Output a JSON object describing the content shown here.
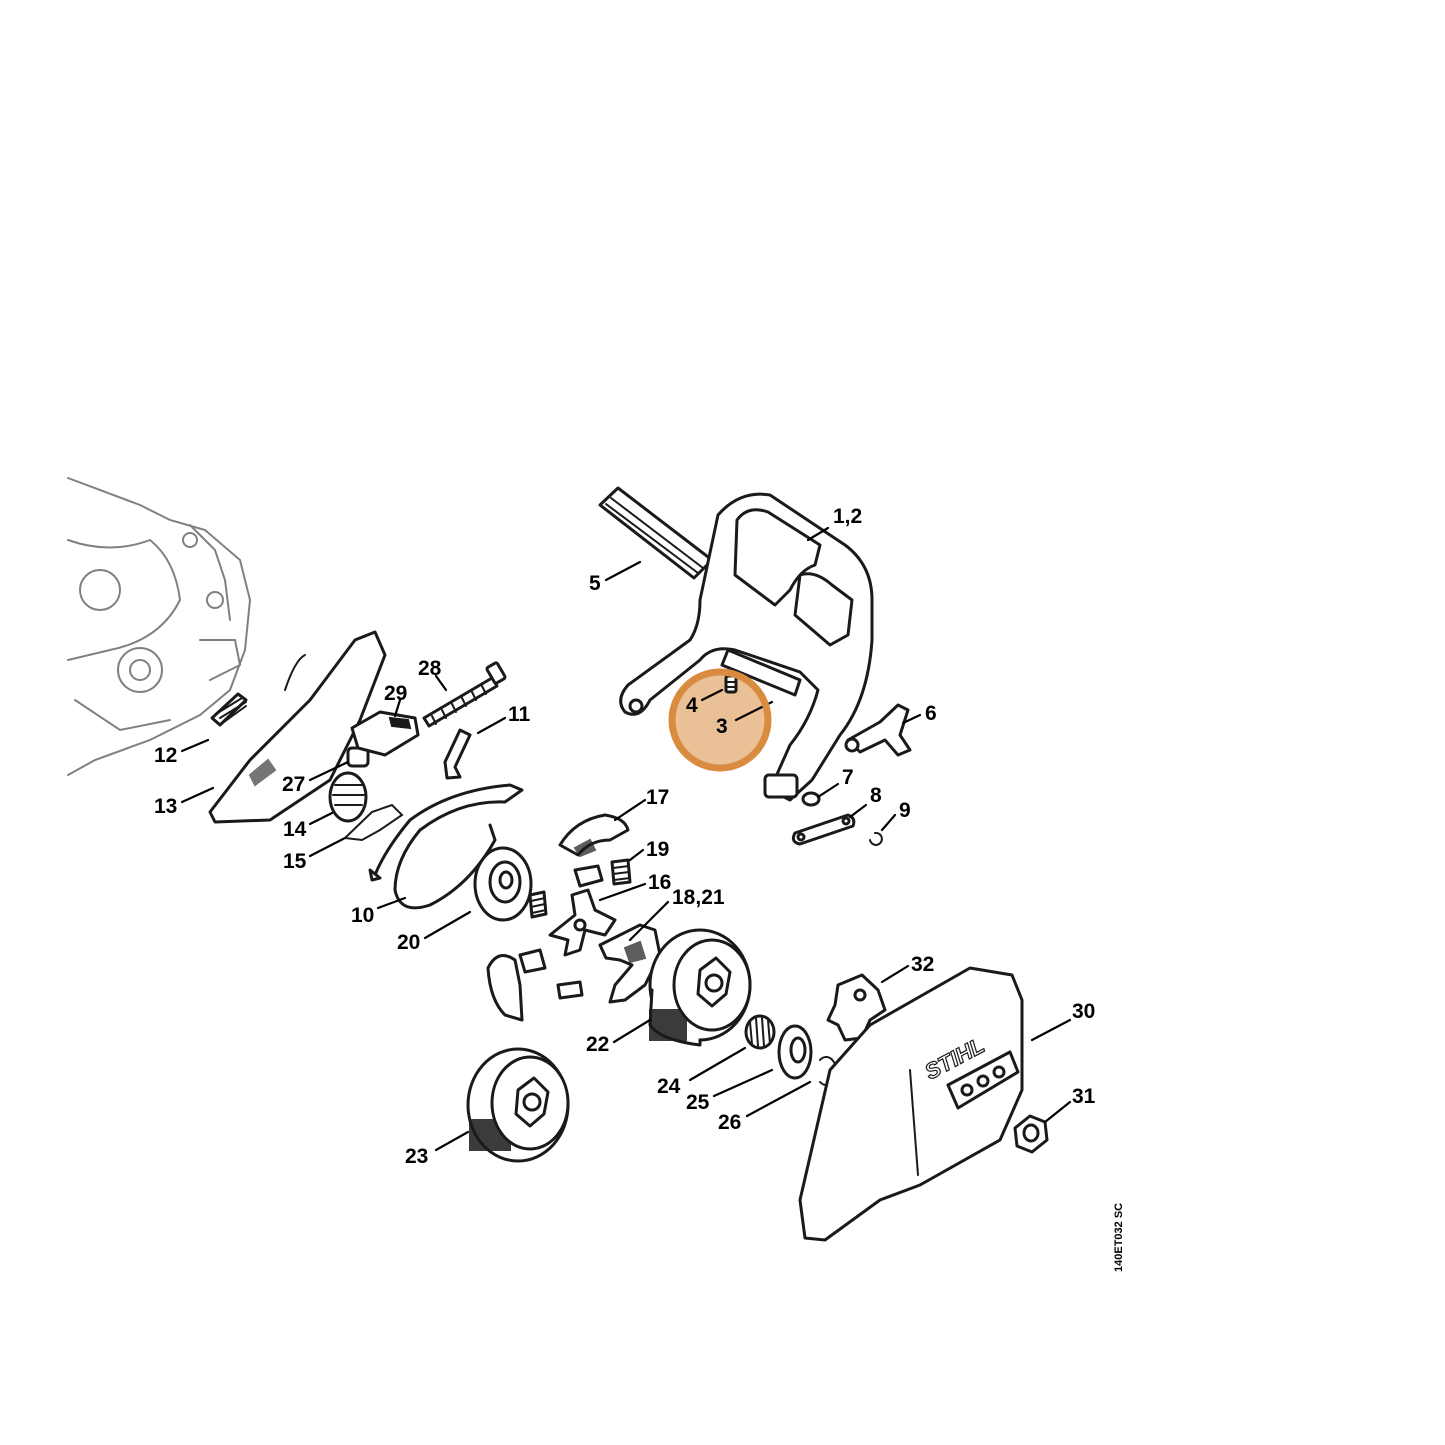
{
  "callouts": [
    {
      "text": "1,2"
    },
    {
      "text": "3"
    },
    {
      "text": "4"
    },
    {
      "text": "5"
    },
    {
      "text": "6"
    },
    {
      "text": "7"
    },
    {
      "text": "8"
    },
    {
      "text": "9"
    },
    {
      "text": "10"
    },
    {
      "text": "11"
    },
    {
      "text": "12"
    },
    {
      "text": "13"
    },
    {
      "text": "14"
    },
    {
      "text": "15"
    },
    {
      "text": "16"
    },
    {
      "text": "17"
    },
    {
      "text": "18,21"
    },
    {
      "text": "19"
    },
    {
      "text": "20"
    },
    {
      "text": "22"
    },
    {
      "text": "23"
    },
    {
      "text": "24"
    },
    {
      "text": "25"
    },
    {
      "text": "26"
    },
    {
      "text": "27"
    },
    {
      "text": "28"
    },
    {
      "text": "29"
    },
    {
      "text": "30"
    },
    {
      "text": "31"
    },
    {
      "text": "32"
    }
  ],
  "brand": "STIHL",
  "drawing_code": "140ET032 SC",
  "highlight": {
    "color": "#d98c3f",
    "target_callout": "3"
  }
}
